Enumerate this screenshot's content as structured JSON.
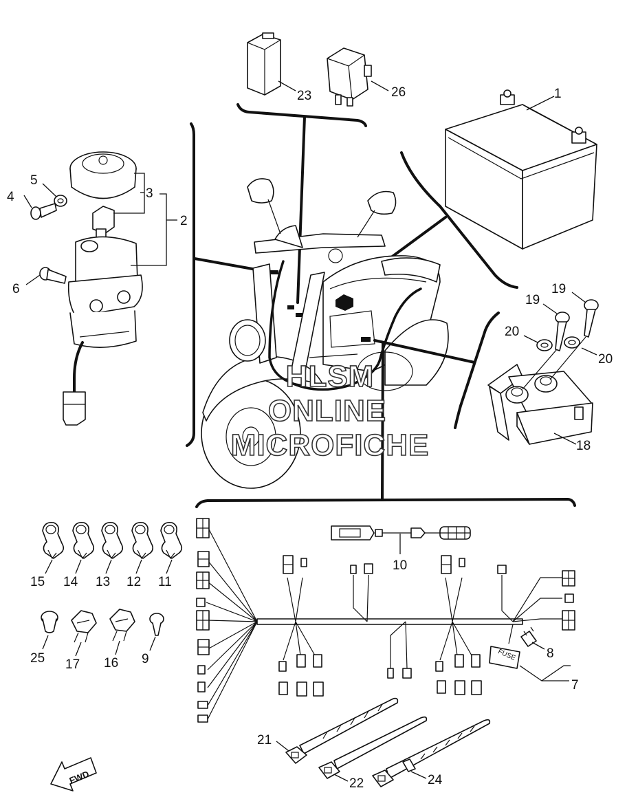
{
  "diagram": {
    "watermark_lines": [
      "HLSM",
      "ONLINE",
      "MICROFICHE"
    ],
    "callouts": {
      "c1": "1",
      "c2": "2",
      "c3": "3",
      "c4": "4",
      "c5": "5",
      "c6": "6",
      "c7": "7",
      "c8": "8",
      "c9": "9",
      "c10": "10",
      "c11": "11",
      "c12": "12",
      "c13": "13",
      "c14": "14",
      "c15": "15",
      "c16": "16",
      "c17": "17",
      "c18": "18",
      "c19a": "19",
      "c19b": "19",
      "c20a": "20",
      "c20b": "20",
      "c21": "21",
      "c22": "22",
      "c23": "23",
      "c24": "24",
      "c25": "25",
      "c26": "26"
    },
    "fuse_label": "FUSE",
    "fwd_label": "FWD"
  }
}
